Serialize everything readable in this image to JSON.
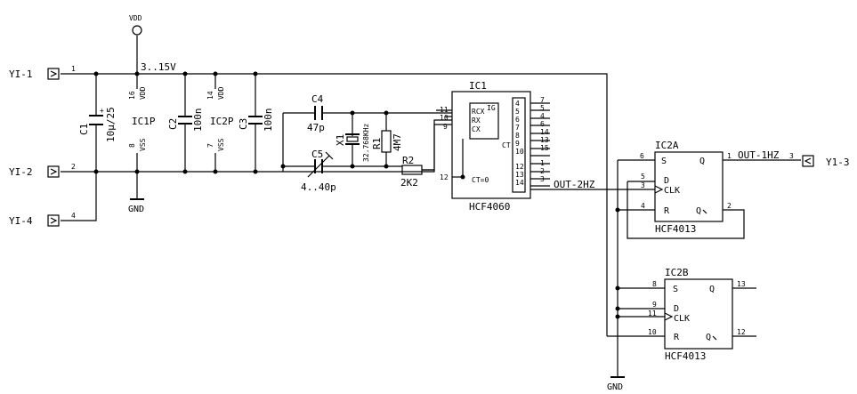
{
  "power": {
    "vdd": "VDD",
    "gnd": "GND",
    "range": "3..15V"
  },
  "connector_y1": {
    "p1": {
      "label": "YI-1",
      "pin": "1"
    },
    "p2": {
      "label": "YI-2",
      "pin": "2"
    },
    "p4": {
      "label": "YI-4",
      "pin": "4"
    },
    "p3": {
      "label": "Y1-3",
      "pin": "3"
    }
  },
  "c1": {
    "ref": "C1",
    "value": "10µ/25",
    "plus": "+"
  },
  "ic1p": {
    "ref": "IC1P",
    "vdd_pin": "16",
    "vdd_lbl": "VDD",
    "vss_pin": "8",
    "vss_lbl": "VSS"
  },
  "c2": {
    "ref": "C2",
    "value": "100n"
  },
  "ic2p": {
    "ref": "IC2P",
    "vdd_pin": "14",
    "vdd_lbl": "VDD",
    "vss_pin": "7",
    "vss_lbl": "VSS"
  },
  "c3": {
    "ref": "C3",
    "value": "100n"
  },
  "c4": {
    "ref": "C4",
    "value": "47p"
  },
  "c5": {
    "ref": "C5",
    "value": "4..40p"
  },
  "x1": {
    "ref": "X1",
    "value": "32.768KHz"
  },
  "r1": {
    "ref": "R1",
    "value": "4M7"
  },
  "r2": {
    "ref": "R2",
    "value": "2K2"
  },
  "ic1": {
    "ref": "IC1",
    "part": "HCF4060",
    "in_pins": {
      "rcx": "11",
      "rx": "10",
      "cx": "9",
      "ct0": "12"
    },
    "in_labels": {
      "rcx": "RCX",
      "rx": "RX",
      "cx": "CX",
      "ct0": "CT=0",
      "ig": "IG",
      "ct": "CT"
    },
    "out_pins": [
      "7",
      "5",
      "4",
      "6",
      "14",
      "13",
      "15",
      "1",
      "2",
      "3"
    ],
    "out_bits": [
      "4",
      "5",
      "6",
      "7",
      "8",
      "9",
      "10",
      "12",
      "13",
      "14"
    ]
  },
  "out_2hz": "OUT-2HZ",
  "out_1hz": "OUT-1HZ",
  "ic2a": {
    "ref": "IC2A",
    "part": "HCF4013",
    "labels": {
      "s": "S",
      "q": "Q",
      "d": "D",
      "clk": "CLK",
      "r": "R",
      "qn": "Q"
    },
    "pins": {
      "s": "6",
      "d": "5",
      "clk": "3",
      "r": "4",
      "q": "1",
      "qn": "2"
    }
  },
  "ic2b": {
    "ref": "IC2B",
    "part": "HCF4013",
    "labels": {
      "s": "S",
      "q": "Q",
      "d": "D",
      "clk": "CLK",
      "r": "R",
      "qn": "Q"
    },
    "pins": {
      "s": "8",
      "d": "9",
      "clk": "11",
      "r": "10",
      "q": "13",
      "qn": "12"
    }
  }
}
